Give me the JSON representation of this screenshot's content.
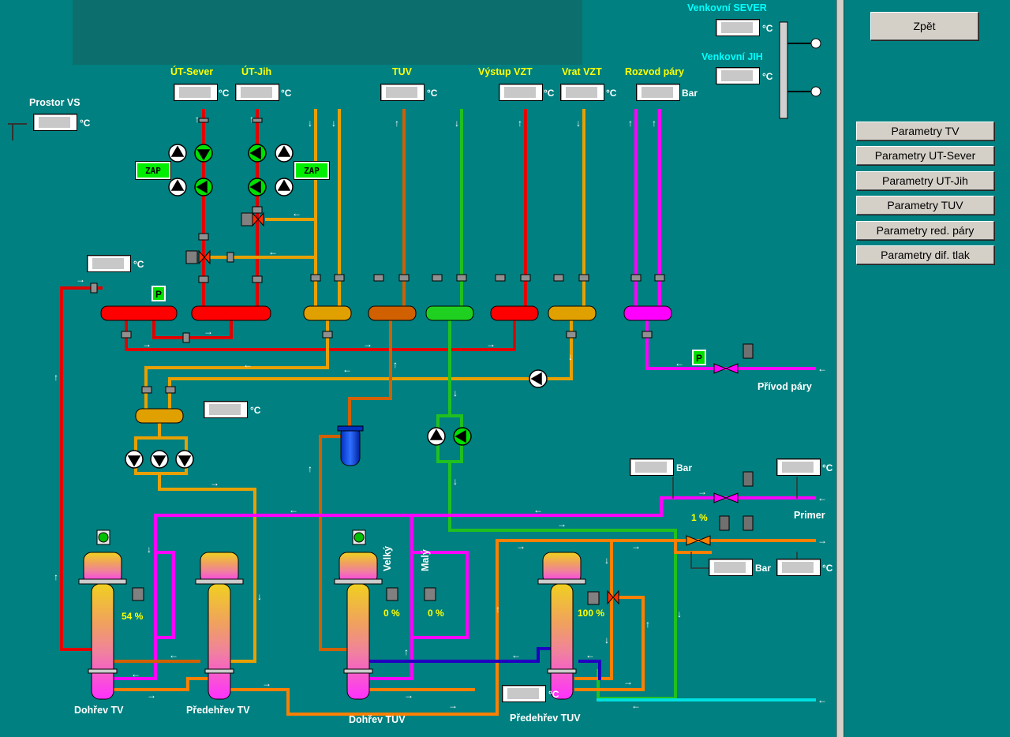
{
  "plant": {
    "top_labels": {
      "ut_sever": "ÚT-Sever",
      "ut_jih": "ÚT-Jih",
      "tuv": "TUV",
      "vystup_vzt": "Výstup VZT",
      "vrat_vzt": "Vrat VZT",
      "rozvod_pary": "Rozvod páry",
      "prostor_vs": "Prostor VS"
    },
    "outdoor": {
      "sever": "Venkovní SEVER",
      "jih": "Venkovní JIH"
    },
    "units": {
      "celsius": "°C",
      "bar": "Bar"
    },
    "pump_status": {
      "left": "ZAP",
      "right": "ZAP"
    },
    "labels": {
      "privod_pary": "Přívod páry",
      "primer": "Primer",
      "dohrev_tv": "Dohřev TV",
      "predehrev_tv": "Předehřev TV",
      "dohrev_tuv": "Dohřev TUV",
      "predehrev_tuv": "Předehřev TUV",
      "velky": "Velký",
      "maly": "Malý"
    },
    "valve_percents": {
      "primer": "1 %",
      "dohrev_tv": "54 %",
      "velky": "0 %",
      "maly": "0 %",
      "predehrev_tuv": "100 %"
    }
  },
  "sidebar": {
    "back_label": "Zpět",
    "menu": [
      "Parametry TV",
      "Parametry UT-Sever",
      "Parametry UT-Jih",
      "Parametry TUV",
      "Parametry red. páry",
      "Parametry dif. tlak"
    ]
  },
  "colors": {
    "background": "#008080",
    "hot": "#ff0000",
    "return": "#e8a000",
    "tuv": "#d06000",
    "circulation": "#00c000",
    "steam": "#ff00ff",
    "cold": "#00e0e0"
  }
}
